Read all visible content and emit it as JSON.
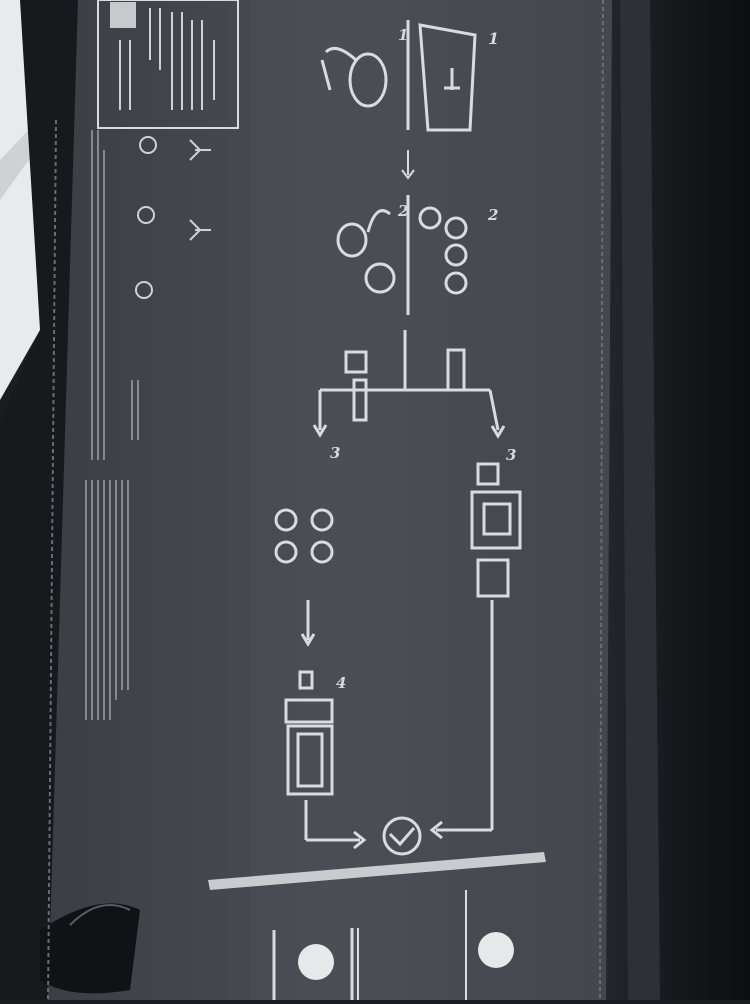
{
  "scene": {
    "description_free": true,
    "steps": [
      {
        "id": "step-1a",
        "label": "1"
      },
      {
        "id": "step-1b",
        "label": "1"
      },
      {
        "id": "step-2a",
        "label": "2"
      },
      {
        "id": "step-2b",
        "label": "2"
      },
      {
        "id": "step-3a",
        "label": "3"
      },
      {
        "id": "step-3b",
        "label": "3"
      },
      {
        "id": "step-4",
        "label": "4"
      }
    ],
    "colors": {
      "box_interior": "#4a4a52",
      "box_edge": "#15161a",
      "print": "#d9dbe0",
      "outer": "#0d0e12",
      "wall": "#e9eaec"
    }
  }
}
